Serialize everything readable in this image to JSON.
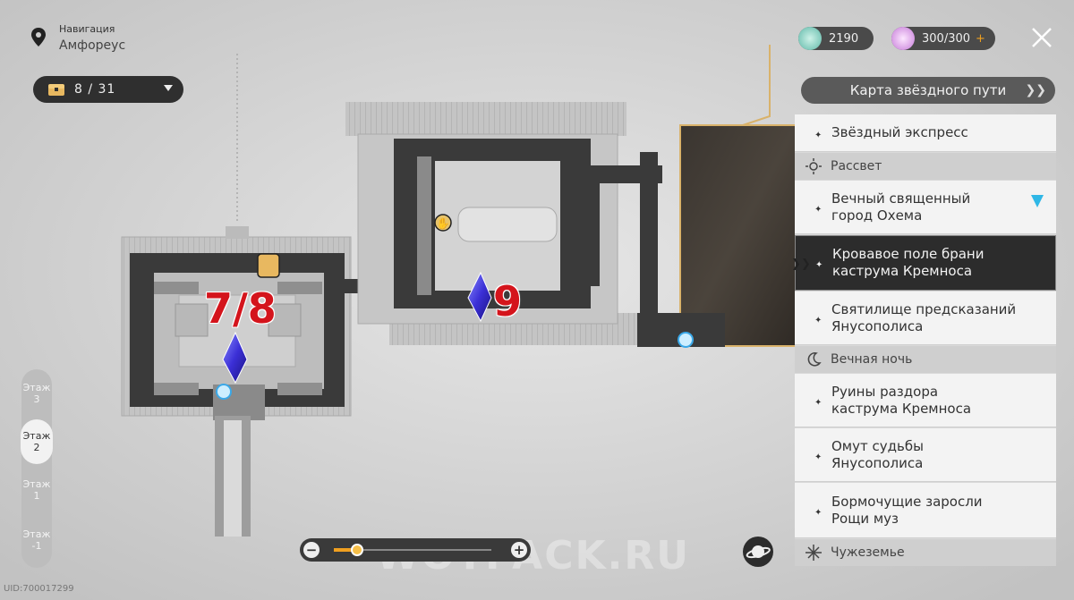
{
  "nav": {
    "title": "Навигация",
    "location": "Амфореус"
  },
  "chests": {
    "value": "8 / 31"
  },
  "resources": {
    "currency": "2190",
    "stamina": "300/300",
    "stamina_add": "+"
  },
  "panel": {
    "header": "Карта звёздного пути",
    "top_item": "Звёздный экспресс",
    "sections": [
      {
        "name": "Рассвет",
        "items": [
          "Вечный священный\nгород Охема",
          "Кровавое поле брани\nкаструма Кремноса",
          "Святилище предсказаний\nЯнусополиса"
        ]
      },
      {
        "name": "Вечная ночь",
        "items": [
          "Руины раздора\nкаструма Кремноса",
          "Омут судьбы\nЯнусополиса",
          "Бормочущие заросли\nРощи муз"
        ]
      },
      {
        "name": "Чужеземье",
        "items": []
      }
    ],
    "active_item": "Кровавое поле брани\nкаструма Кремноса"
  },
  "floors": [
    {
      "word": "Этаж",
      "num": "3"
    },
    {
      "word": "Этаж",
      "num": "2",
      "selected": true
    },
    {
      "word": "Этаж",
      "num": "1"
    },
    {
      "word": "Этаж",
      "num": "-1"
    }
  ],
  "zoom": {
    "minus": "−",
    "plus": "+",
    "level": 0.15
  },
  "map_labels": {
    "left": "7/8",
    "right": "9"
  },
  "uid": "UID:700017299",
  "watermark": "WOTPACK.RU",
  "colors": {
    "accent": "#f0a020",
    "label_red": "#d4141c",
    "selection_arrow": "#2fb7e6"
  }
}
